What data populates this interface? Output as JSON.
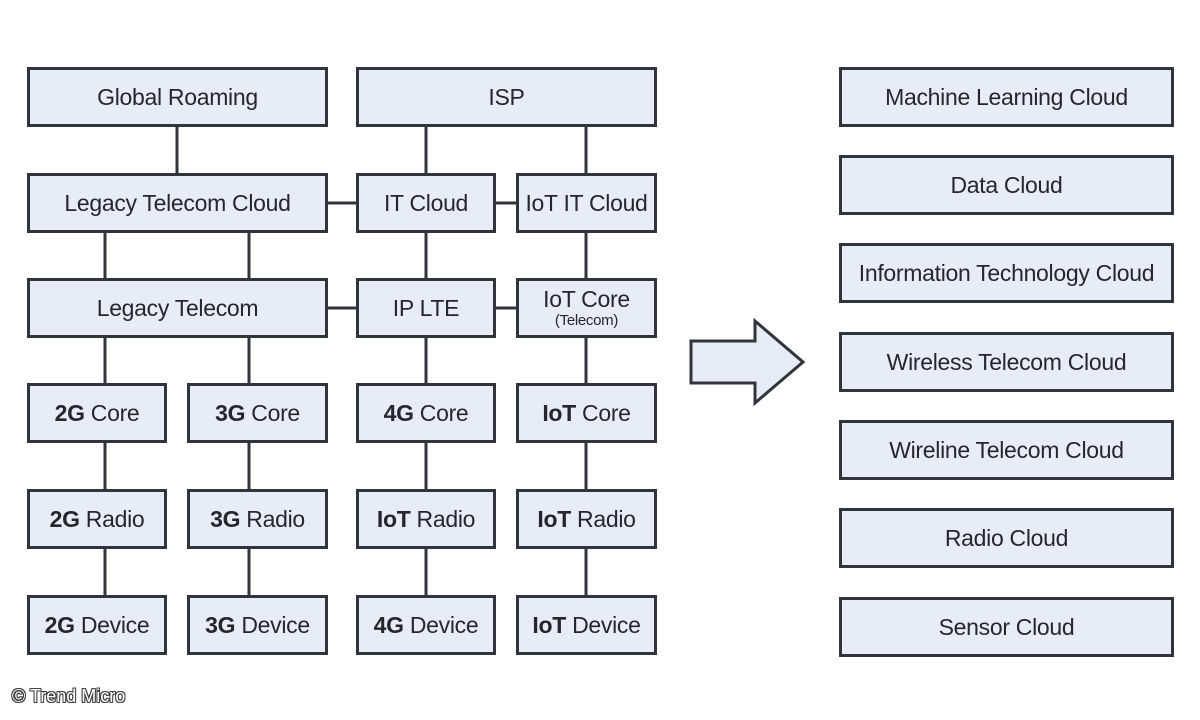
{
  "left_tree": {
    "global_roaming": "Global Roaming",
    "isp": "ISP",
    "legacy_telecom_cloud": "Legacy Telecom Cloud",
    "it_cloud": "IT Cloud",
    "iot_it_cloud": "IoT IT Cloud",
    "legacy_telecom": "Legacy Telecom",
    "ip_lte": "IP LTE",
    "iot_core_telecom": {
      "main": "IoT Core",
      "sub": "(Telecom)"
    },
    "cores": [
      {
        "bold": "2G",
        "rest": " Core"
      },
      {
        "bold": "3G",
        "rest": " Core"
      },
      {
        "bold": "4G",
        "rest": " Core"
      },
      {
        "bold": "IoT",
        "rest": " Core"
      }
    ],
    "radios": [
      {
        "bold": "2G",
        "rest": " Radio"
      },
      {
        "bold": "3G",
        "rest": " Radio"
      },
      {
        "bold": "IoT",
        "rest": " Radio"
      },
      {
        "bold": "IoT",
        "rest": " Radio"
      }
    ],
    "devices": [
      {
        "bold": "2G",
        "rest": " Device"
      },
      {
        "bold": "3G",
        "rest": " Device"
      },
      {
        "bold": "4G",
        "rest": " Device"
      },
      {
        "bold": "IoT",
        "rest": " Device"
      }
    ]
  },
  "right_list": [
    "Machine Learning Cloud",
    "Data Cloud",
    "Information Technology Cloud",
    "Wireless Telecom Cloud",
    "Wireline Telecom Cloud",
    "Radio Cloud",
    "Sensor Cloud"
  ],
  "credit": "© Trend Micro",
  "colors": {
    "box_fill": "#e6edf8",
    "box_border": "#30343b",
    "text": "#23272e"
  }
}
